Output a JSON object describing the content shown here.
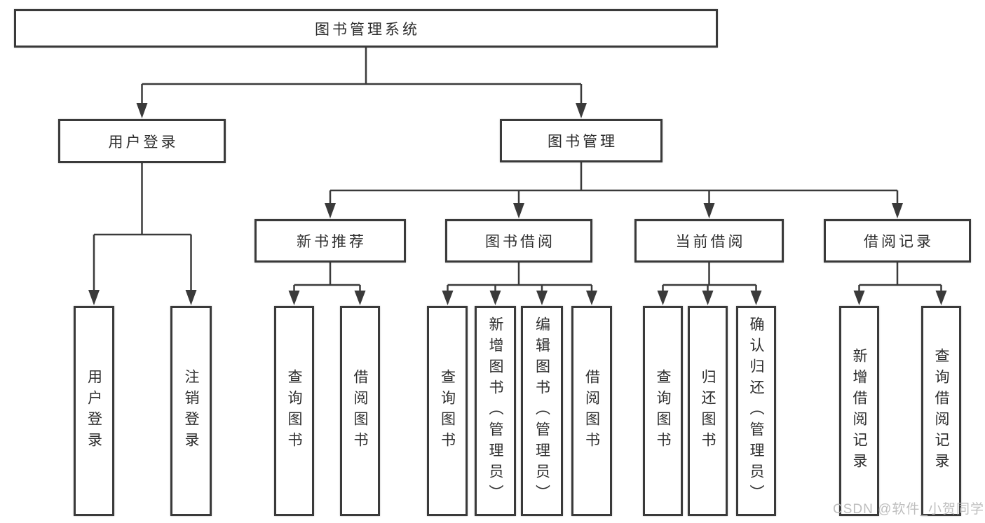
{
  "watermark": "CSDN @软件_小贺同学",
  "colors": {
    "line": "#3a3a3a",
    "box_border": "#3a3a3a",
    "text": "#2d2d2d",
    "watermark": "#b9b9b9",
    "background": "#ffffff"
  },
  "tree": {
    "root": {
      "label": "图书管理系统"
    },
    "branches": [
      {
        "label": "用户登录",
        "children": [
          "用户登录",
          "注销登录"
        ]
      },
      {
        "label": "图书管理"
      }
    ],
    "modules": [
      {
        "label": "新书推荐",
        "children": [
          "查询图书",
          "借阅图书"
        ]
      },
      {
        "label": "图书借阅",
        "children": [
          "查询图书",
          "新增图书（管理员）",
          "编辑图书（管理员）",
          "借阅图书"
        ]
      },
      {
        "label": "当前借阅",
        "children": [
          "查询图书",
          "归还图书",
          "确认归还（管理员）"
        ]
      },
      {
        "label": "借阅记录",
        "children": [
          "新增借阅记录",
          "查询借阅记录"
        ]
      }
    ]
  }
}
